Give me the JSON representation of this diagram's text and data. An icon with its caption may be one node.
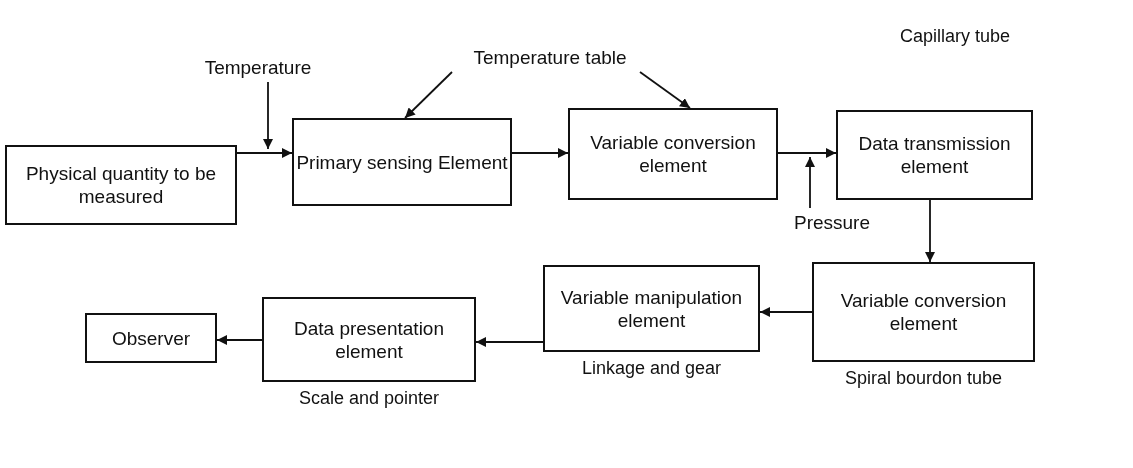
{
  "diagram": {
    "nodes": [
      {
        "text": [
          "Physical quantity to be measured"
        ]
      },
      {
        "text": [
          "Primary sensing Element"
        ]
      },
      {
        "text": [
          "Variable conversion element"
        ]
      },
      {
        "text": [
          "Data transmission element"
        ],
        "beside": [
          "Capillary tube"
        ]
      },
      {
        "text": [
          "Variable conversion element"
        ],
        "beside": [
          "Spiral bourdon tube"
        ]
      },
      {
        "text": [
          "Variable manipulation element"
        ],
        "beside": [
          "Linkage and gear"
        ]
      },
      {
        "text": [
          "Data presentation element"
        ],
        "beside": [
          "Scale and pointer"
        ]
      },
      {
        "text": [
          "Observer"
        ]
      },
      {
        "text": [
          "Temperature"
        ]
      },
      {
        "text": [
          "Temperature table"
        ]
      },
      {
        "text": [
          "Pressure"
        ]
      }
    ],
    "edges": [
      {
        "from": 0,
        "to": 1,
        "arrow": "to"
      },
      {
        "from": 1,
        "to": 2,
        "arrow": "to"
      },
      {
        "from": 2,
        "to": 3,
        "arrow": "to"
      },
      {
        "from": 3,
        "to": 4,
        "arrow": "to"
      },
      {
        "from": 4,
        "to": 5,
        "arrow": "to"
      },
      {
        "from": 5,
        "to": 6,
        "arrow": "to"
      },
      {
        "from": 6,
        "to": 7,
        "arrow": "to"
      },
      {
        "from": 8,
        "to": 1,
        "arrow": "to"
      },
      {
        "from": 9,
        "to": 1,
        "arrow": "to"
      },
      {
        "from": 9,
        "to": 2,
        "arrow": "to"
      },
      {
        "from": 10,
        "to": 3,
        "arrow": "to"
      }
    ]
  }
}
